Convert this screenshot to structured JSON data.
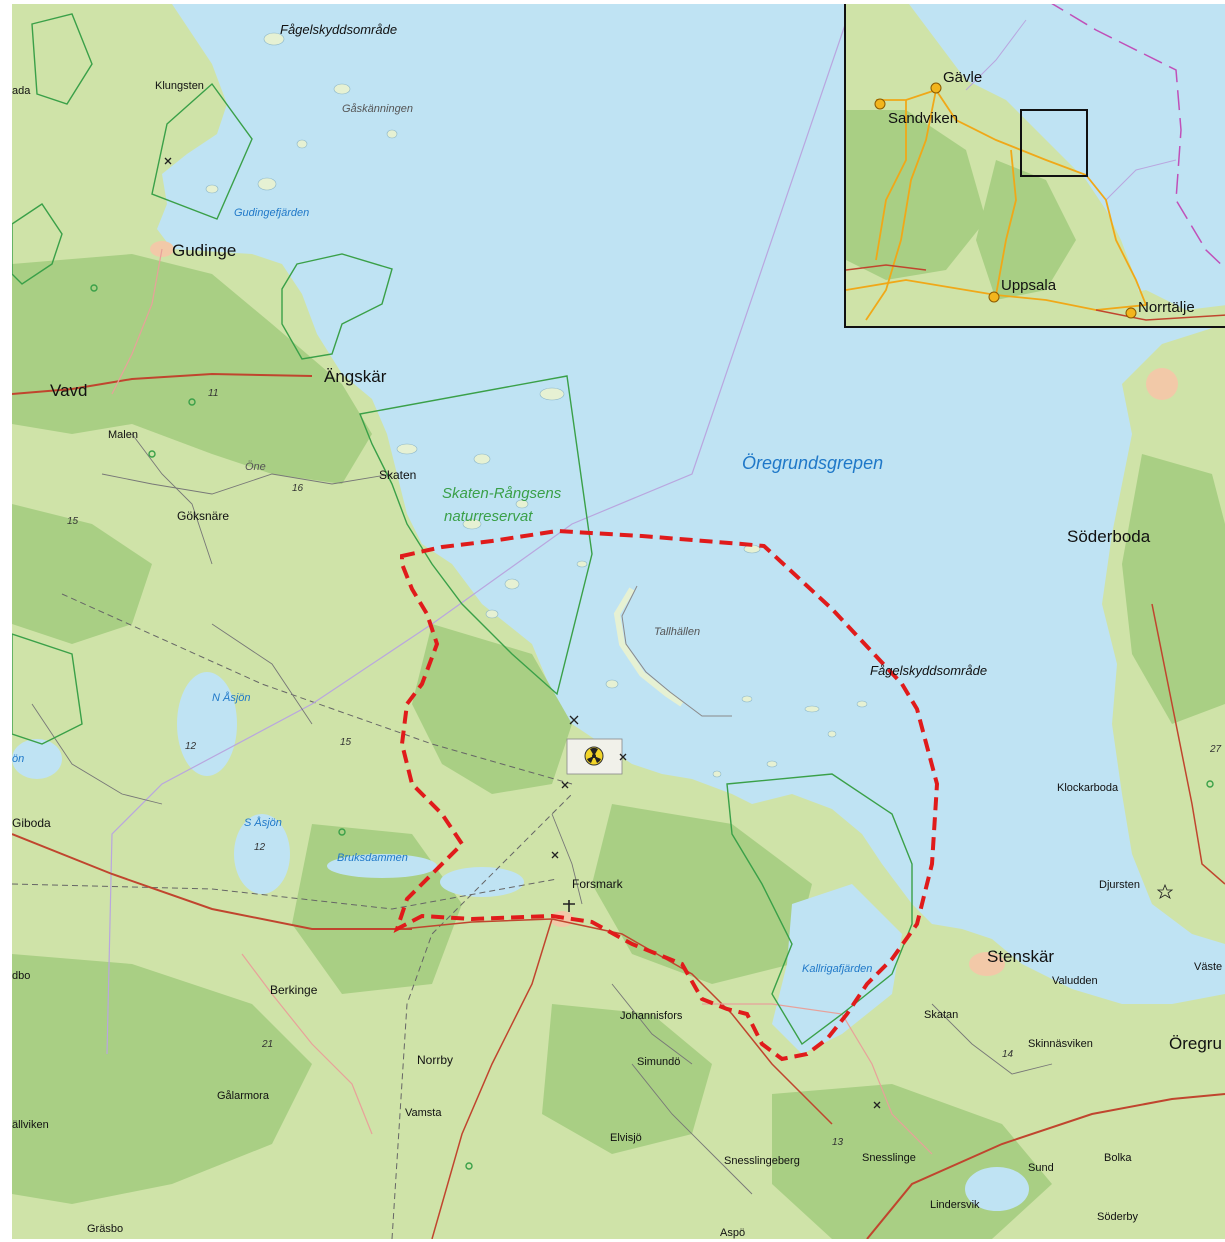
{
  "map": {
    "labels": {
      "fagel_top": "Fågelskyddsområde",
      "klungsten": "Klungsten",
      "ada": "ada",
      "gaskanningen": "Gåskänningen",
      "gudingefjarden": "Gudingefjärden",
      "gudinge": "Gudinge",
      "angskar": "Ängskär",
      "vavd": "Vavd",
      "malen": "Malen",
      "one": "Öne",
      "skaten_n": "Skaten",
      "goksnare": "Göksnäre",
      "reserve_l1": "Skaten-Rångsens",
      "reserve_l2": "naturreservat",
      "oregrundsgrepen": "Öregrundsgrepen",
      "soderboda": "Söderboda",
      "tallhallen": "Tallhällen",
      "fagel_mid": "Fågelskyddsområde",
      "n_asjon": "N Åsjön",
      "s_asjon": "S Åsjön",
      "on": "ön",
      "giboda": "Giboda",
      "bruksdammen": "Bruksdammen",
      "forsmark": "Forsmark",
      "klockarboda": "Klockarboda",
      "djursten": "Djursten",
      "stenskar": "Stenskär",
      "kallrigafjarden": "Kallrigafjärden",
      "valudden": "Valudden",
      "vaste": "Väste",
      "dbo": "dbo",
      "berkinge": "Berkinge",
      "johannisfors": "Johannisfors",
      "skatan": "Skatan",
      "skinnasviken": "Skinnäsviken",
      "oregru": "Öregru",
      "norrby": "Norrby",
      "simundo": "Simundö",
      "galarmora": "Gålarmora",
      "vamsta": "Vamsta",
      "allviken": "ällviken",
      "elvisjo": "Elvisjö",
      "snesslingeberg": "Snesslingeberg",
      "snesslinge": "Snesslinge",
      "sund": "Sund",
      "bolka": "Bolka",
      "lindersvik": "Lindersvik",
      "grasbo": "Gräsbo",
      "aspo": "Aspö",
      "soderby": "Söderby"
    },
    "elevations": {
      "e11": "11",
      "e16": "16",
      "e15a": "15",
      "e15b": "15",
      "e12a": "12",
      "e12b": "12",
      "e21": "21",
      "e14": "14",
      "e13": "13",
      "e27": "27"
    }
  },
  "inset": {
    "labels": {
      "gavle": "Gävle",
      "sandviken": "Sandviken",
      "uppsala": "Uppsala",
      "norrtalje": "Norrtälje"
    }
  },
  "colors": {
    "water": "#bfe3f3",
    "land": "#cfe3a8",
    "forest": "#a9cf84",
    "boundary_dashed": "#e01b1b",
    "reserve_outline": "#3aa048",
    "road_major": "#c0452e",
    "road_inset": "#f0a818",
    "city_dot": "#f2b51d"
  }
}
